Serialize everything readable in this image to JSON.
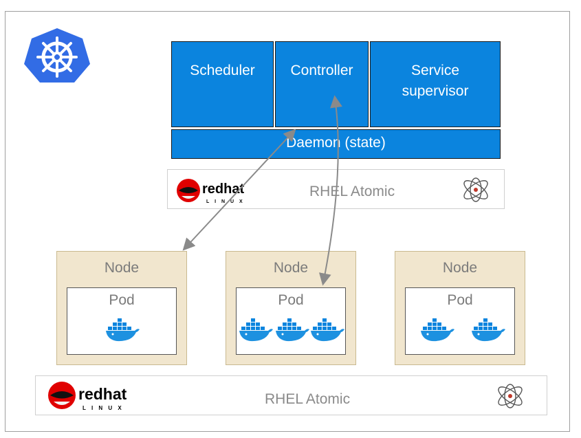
{
  "control_plane": {
    "scheduler_label": "Scheduler",
    "controller_label": "Controller",
    "service_supervisor_label_line1": "Service",
    "service_supervisor_label_line2": "supervisor",
    "daemon_label": "Daemon (state)"
  },
  "master_host": {
    "os_label": "RHEL Atomic",
    "logo_text_main": "redhat",
    "logo_text_sub": "L I N U X"
  },
  "nodes": [
    {
      "label": "Node",
      "pod_label": "Pod",
      "containers": 1
    },
    {
      "label": "Node",
      "pod_label": "Pod",
      "containers": 3
    },
    {
      "label": "Node",
      "pod_label": "Pod",
      "containers": 2
    }
  ],
  "worker_host": {
    "os_label": "RHEL Atomic",
    "logo_text_main": "redhat",
    "logo_text_sub": "L I N U X"
  },
  "colors": {
    "control_blue": "#0b84de",
    "node_fill": "#f1e6ce",
    "redhat_red": "#e00000",
    "kubernetes_blue": "#326ce5"
  },
  "icons": [
    "kubernetes-logo",
    "redhat-logo",
    "atomic-icon",
    "docker-whale-icon"
  ]
}
